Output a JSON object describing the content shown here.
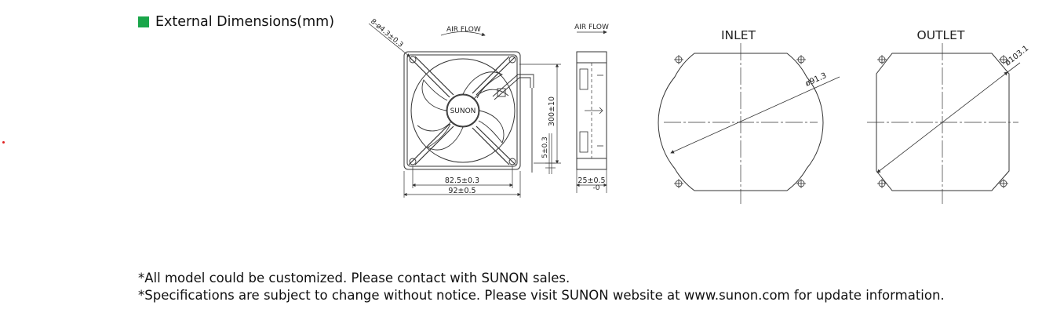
{
  "heading": {
    "title": "External Dimensions(mm)",
    "accent_color": "#1aa64a"
  },
  "front_view": {
    "hole_label": "8-ø4.3±0.3",
    "airflow_label": "AIR FLOW",
    "brand_label": "SUNON",
    "dim_hole_spacing": "82.5±0.3",
    "dim_width": "92±0.5",
    "dim_lead_length": "300±10",
    "dim_strip": "5±0.3"
  },
  "side_view": {
    "airflow_label": "AIR FLOW",
    "dim_depth": "25±0.5",
    "dim_depth_tol": "-0"
  },
  "inlet": {
    "title": "INLET",
    "diameter": "ø91.3"
  },
  "outlet": {
    "title": "OUTLET",
    "diameter": "ø103.1"
  },
  "notes": {
    "line1": "*All model could be customized. Please contact with SUNON sales.",
    "line2": "*Specifications are subject to change without notice. Please visit SUNON website at www.sunon.com for update information."
  }
}
